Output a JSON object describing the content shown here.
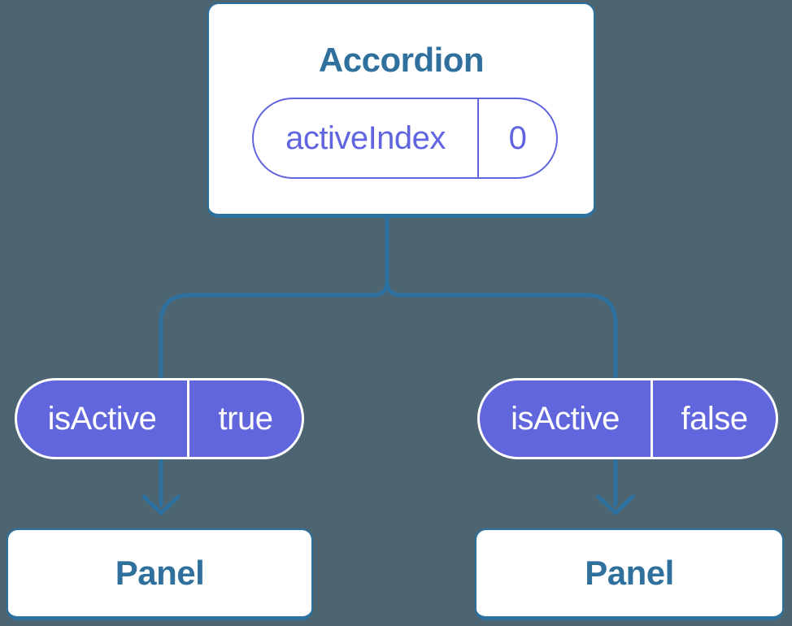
{
  "colors": {
    "background": "#4D6571",
    "connector_blue": "#2D71A0",
    "node_border_blue": "#2D71A0",
    "node_title_blue": "#30709D",
    "state_purple": "#6065DF",
    "prop_pill_purple": "#6166DC",
    "node_fill": "#FFFFFF",
    "prop_text": "#FFFFFF"
  },
  "diagram": {
    "root": {
      "title": "Accordion",
      "state": {
        "name": "activeIndex",
        "value": "0"
      }
    },
    "props": [
      {
        "name": "isActive",
        "value": "true"
      },
      {
        "name": "isActive",
        "value": "false"
      }
    ],
    "children": [
      {
        "title": "Panel"
      },
      {
        "title": "Panel"
      }
    ]
  }
}
